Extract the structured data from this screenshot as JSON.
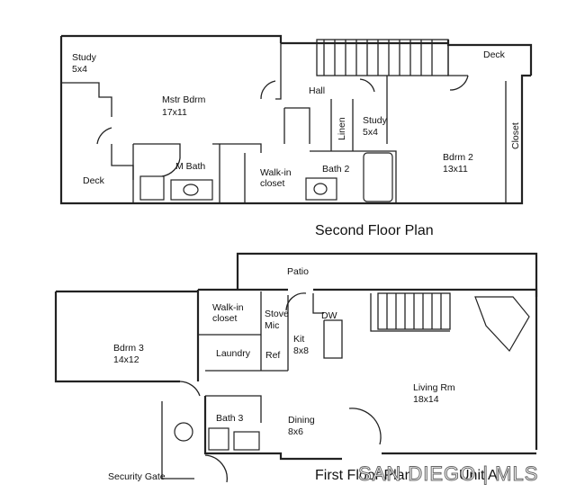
{
  "second_floor": {
    "title": "Second Floor Plan",
    "rooms": [
      {
        "name": "Study",
        "dims": "5x4"
      },
      {
        "name": "Mstr Bdrm",
        "dims": "17x11"
      },
      {
        "name": "Hall"
      },
      {
        "name": "Deck"
      },
      {
        "name": "Study",
        "dims": "5x4"
      },
      {
        "name": "Linen"
      },
      {
        "name": "Closet"
      },
      {
        "name": "M Bath"
      },
      {
        "name": "Walk-in",
        "dims": "closet"
      },
      {
        "name": "Bath 2"
      },
      {
        "name": "Bdrm  2",
        "dims": "13x11"
      },
      {
        "name": "Deck"
      }
    ]
  },
  "first_floor": {
    "title": "First Floor Plan",
    "unit": "Unit A",
    "rooms": [
      {
        "name": "Patio"
      },
      {
        "name": "Walk-in",
        "dims": "closet"
      },
      {
        "name": "Stove",
        "dims": "Mic"
      },
      {
        "name": "DW"
      },
      {
        "name": "Bdrm 3",
        "dims": "14x12"
      },
      {
        "name": "Kit",
        "dims": "8x8"
      },
      {
        "name": "Laundry"
      },
      {
        "name": "Ref"
      },
      {
        "name": "Living Rm",
        "dims": "18x14"
      },
      {
        "name": "Bath 3"
      },
      {
        "name": "Dining",
        "dims": "8x6"
      },
      {
        "name": "Security Gate"
      }
    ]
  },
  "watermark": "SAN DIEGO | MLS"
}
